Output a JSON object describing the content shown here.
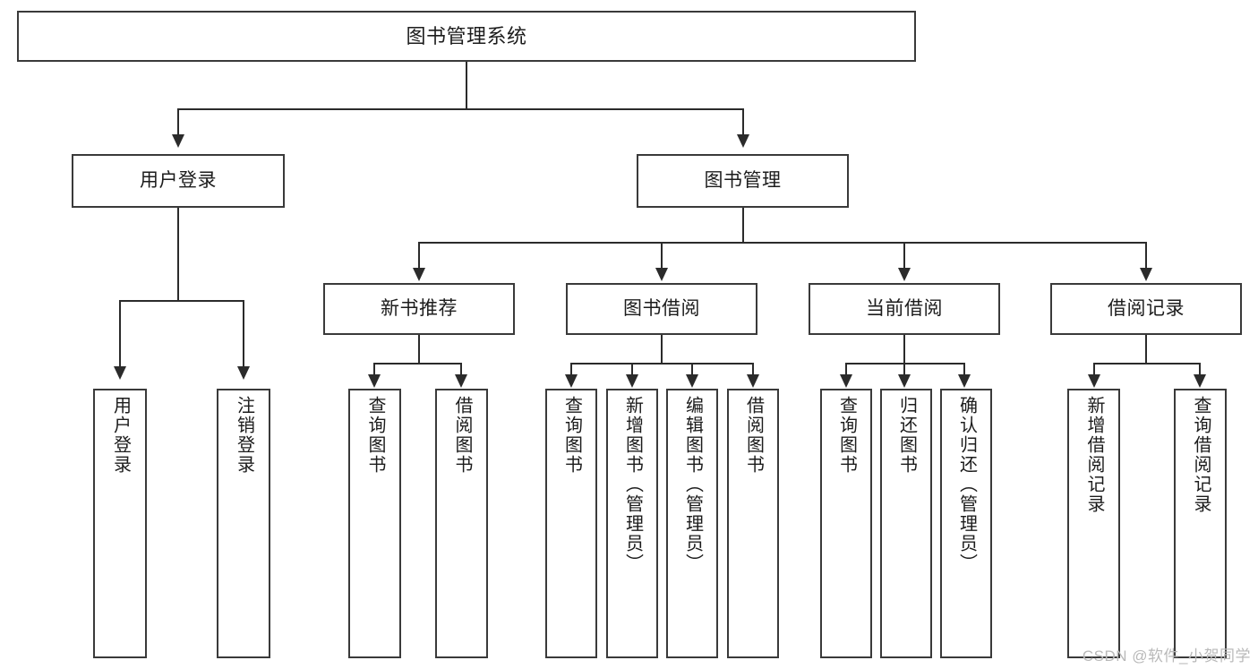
{
  "diagram": {
    "title_text": "图书管理系统",
    "watermark": "CSDN @软件_小贺同学",
    "stroke_color": "#2b2b2b",
    "box_border_color": "#3a3a3a",
    "background_color": "#ffffff",
    "text_color": "#1c1c1c",
    "watermark_color": "#b9b9b9"
  },
  "nodes": {
    "root": {
      "label": "图书管理系统"
    },
    "level1": [
      {
        "label": "用户登录"
      },
      {
        "label": "图书管理"
      }
    ],
    "level2": [
      {
        "label": "新书推荐"
      },
      {
        "label": "图书借阅"
      },
      {
        "label": "当前借阅"
      },
      {
        "label": "借阅记录"
      }
    ],
    "leaves": {
      "user_login": [
        {
          "label": "用户登录"
        },
        {
          "label": "注销登录"
        }
      ],
      "new_book": [
        {
          "label": "查询图书"
        },
        {
          "label": "借阅图书"
        }
      ],
      "book_borrow": [
        {
          "label": "查询图书"
        },
        {
          "label": "新增图书（管理员）"
        },
        {
          "label": "编辑图书（管理员）"
        },
        {
          "label": "借阅图书"
        }
      ],
      "current_borrow": [
        {
          "label": "查询图书"
        },
        {
          "label": "归还图书"
        },
        {
          "label": "确认归还（管理员）"
        }
      ],
      "borrow_record": [
        {
          "label": "新增借阅记录"
        },
        {
          "label": "查询借阅记录"
        }
      ]
    }
  }
}
